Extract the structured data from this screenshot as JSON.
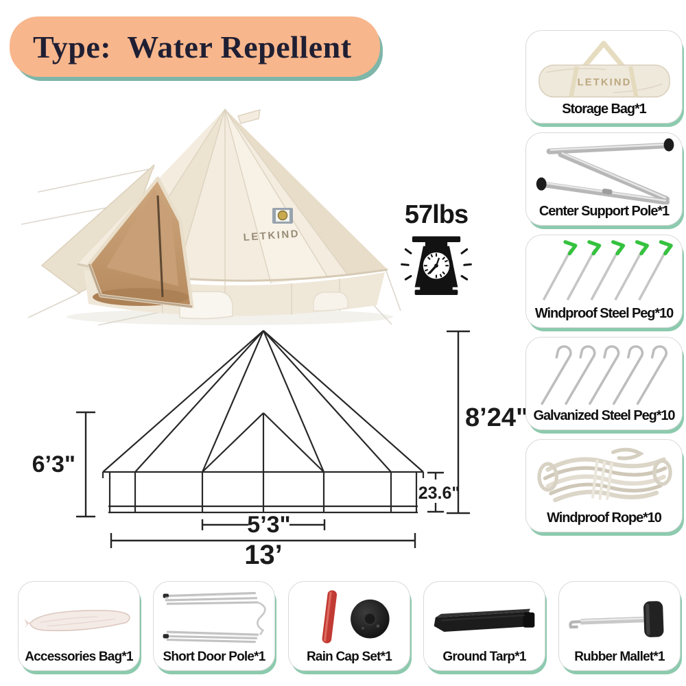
{
  "banner": {
    "title": "Type:  Water Repellent",
    "bg_color": "#F8B68C",
    "shadow_color": "#7EB6A9"
  },
  "weight": {
    "value": "57lbs",
    "icon": "weighing-scale-icon"
  },
  "tent": {
    "brand": "LETKIND"
  },
  "diagram": {
    "center_height": "8’24\"",
    "wall_height": "6’3\"",
    "wall_section_height": "23.6\"",
    "door_width": "5’3\"",
    "diameter": "13’"
  },
  "accessories_right": [
    {
      "label": "Storage Bag*1",
      "icon": "storage-bag-icon",
      "brand": "LETKIND"
    },
    {
      "label": "Center Support Pole*1",
      "icon": "center-support-pole-icon"
    },
    {
      "label": "Windproof Steel Peg*10",
      "icon": "windproof-steel-peg-icon"
    },
    {
      "label": "Galvanized Steel Peg*10",
      "icon": "galvanized-steel-peg-icon"
    },
    {
      "label": "Windproof Rope*10",
      "icon": "windproof-rope-icon"
    }
  ],
  "accessories_bottom": [
    {
      "label": "Accessories Bag*1",
      "icon": "accessories-bag-icon"
    },
    {
      "label": "Short Door Pole*1",
      "icon": "short-door-pole-icon"
    },
    {
      "label": "Rain Cap Set*1",
      "icon": "rain-cap-set-icon"
    },
    {
      "label": "Ground Tarp*1",
      "icon": "ground-tarp-icon"
    },
    {
      "label": "Rubber Mallet*1",
      "icon": "rubber-mallet-icon"
    }
  ],
  "colors": {
    "card_shadow": "#8CCAAE",
    "peg_green": "#35C23F",
    "rain_cap_red": "#C13A33",
    "fabric_cream": "#F2EBDE",
    "interior_tan": "#C59A70",
    "line_black": "#282828"
  }
}
